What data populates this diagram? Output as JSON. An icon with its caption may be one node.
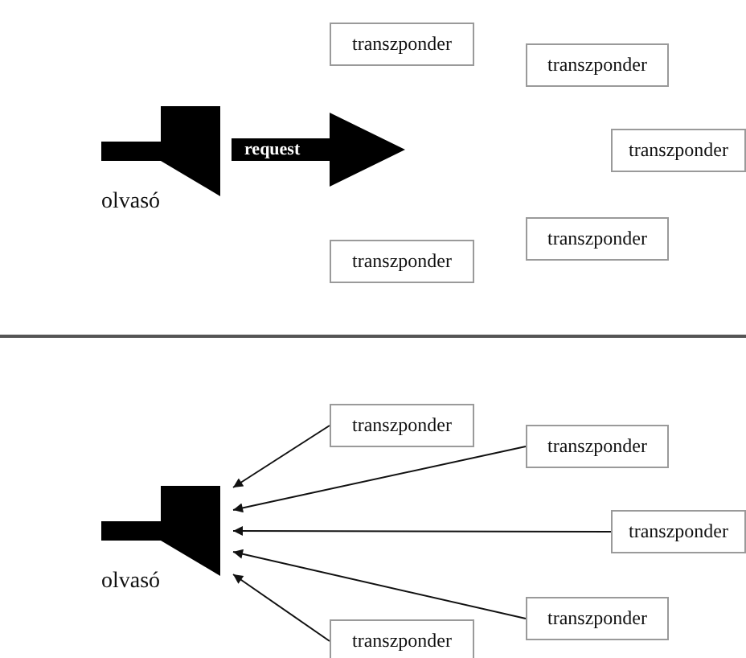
{
  "diagram": {
    "nodes": [
      {
        "text": [
          "olvasó"
        ]
      },
      {
        "text": [
          "request"
        ]
      },
      {
        "text": [
          "transzponder"
        ]
      },
      {
        "text": [
          "transzponder"
        ]
      },
      {
        "text": [
          "transzponder"
        ]
      },
      {
        "text": [
          "transzponder"
        ]
      },
      {
        "text": [
          "transzponder"
        ]
      },
      {
        "text": [
          "olvasó"
        ]
      },
      {
        "text": [
          "transzponder"
        ]
      },
      {
        "text": [
          "transzponder"
        ]
      },
      {
        "text": [
          "transzponder"
        ]
      },
      {
        "text": [
          "transzponder"
        ]
      },
      {
        "text": [
          "transzponder"
        ]
      }
    ],
    "edges": [
      {
        "from": 8,
        "to": 7,
        "arrow": "to"
      },
      {
        "from": 9,
        "to": 7,
        "arrow": "to"
      },
      {
        "from": 10,
        "to": 7,
        "arrow": "to"
      },
      {
        "from": 11,
        "to": 7,
        "arrow": "to"
      },
      {
        "from": 12,
        "to": 7,
        "arrow": "to"
      }
    ]
  }
}
